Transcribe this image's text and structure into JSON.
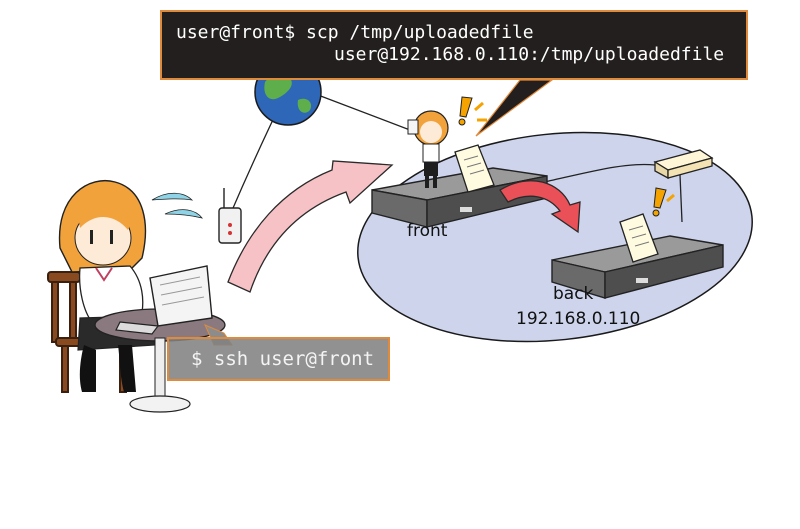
{
  "terminal": {
    "line1": "user@front$ scp /tmp/uploadedfile",
    "line2": "user@192.168.0.110:/tmp/uploadedfile"
  },
  "ssh_command": "$ ssh user@front",
  "hosts": {
    "front": {
      "label": "front"
    },
    "back": {
      "label": "back",
      "ip": "192.168.0.110"
    }
  },
  "colors": {
    "network_ellipse": "#cdd4ec",
    "terminal_bg": "#231f1e",
    "terminal_border": "#e08a3c",
    "ssh_box_bg": "#828282",
    "arrow_pink": "#f7c2c6",
    "arrow_red": "#ea5057",
    "hair": "#f2a23a",
    "server": "#5d5d5d",
    "alert": "#f5a300"
  },
  "icons": [
    "globe-icon",
    "wifi-router-icon",
    "laptop-icon",
    "document-icon",
    "server-icon",
    "network-switch-icon",
    "exclamation-icon"
  ]
}
